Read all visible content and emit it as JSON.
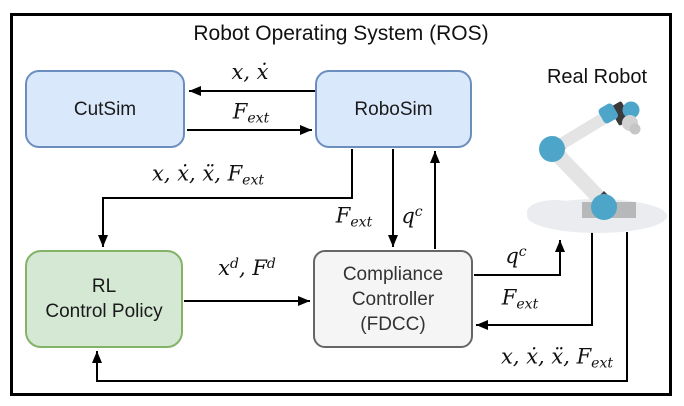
{
  "title": "Robot Operating System (ROS)",
  "blocks": {
    "cutsim": "CutSim",
    "robosim": "RoboSim",
    "rl_line1": "RL",
    "rl_line2": "Control Policy",
    "cc_line1": "Compliance",
    "cc_line2": "Controller",
    "cc_line3": "(FDCC)"
  },
  "real_robot_caption": "Real Robot",
  "labels": {
    "pose_vel": "x, ẋ",
    "F": "F",
    "ext": "ext",
    "state_prefix": "x, ẋ, ẍ, ",
    "x": "x",
    "d": "d",
    "comma": ", ",
    "q": "q",
    "c": "c"
  },
  "colors": {
    "sim_block_fill": "#dae8fc",
    "sim_block_border": "#6c8ebf",
    "rl_block_fill": "#d5e8d4",
    "rl_block_border": "#82b366",
    "cc_block_fill": "#f5f5f5",
    "cc_block_border": "#666666",
    "robot_joint_blue": "#4da6c9",
    "robot_link_gray": "#e4e4e4",
    "arrow_color": "#000000"
  }
}
